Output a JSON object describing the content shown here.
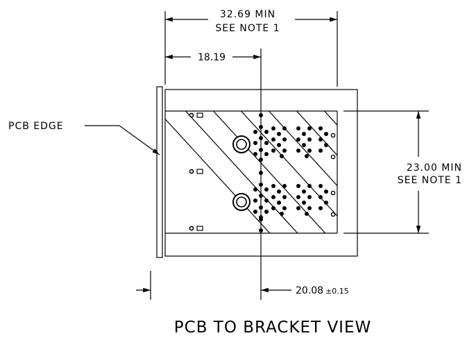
{
  "labels": {
    "width_dim": "32.69  MIN",
    "width_note": "SEE  NOTE  1",
    "offset_dim": "18.19",
    "pcb_edge": "PCB  EDGE",
    "height_dim": "23.00  MIN",
    "height_note": "SEE  NOTE  1",
    "bottom_dim": "20.08",
    "bottom_tol": "±0.15",
    "view_title": "PCB  TO  BRACKET  VIEW"
  }
}
